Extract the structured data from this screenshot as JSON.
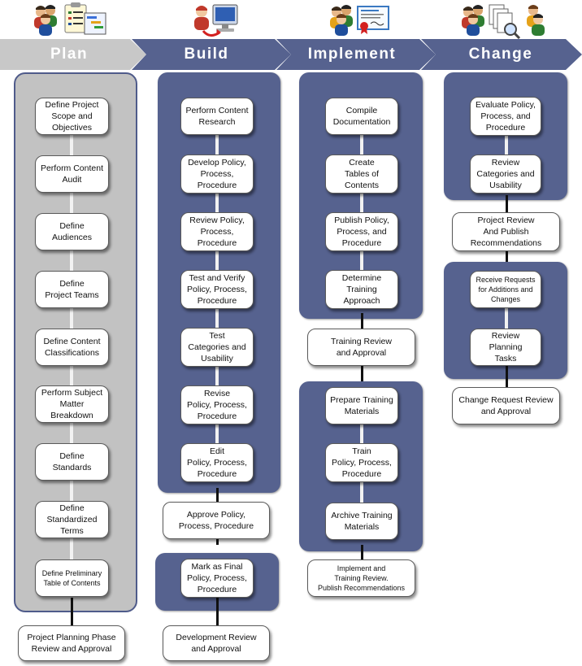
{
  "phases": [
    {
      "key": "plan",
      "label": "Plan",
      "icon": "people-checklist-icon"
    },
    {
      "key": "build",
      "label": "Build",
      "icon": "person-computer-icon"
    },
    {
      "key": "implement",
      "label": "Implement",
      "icon": "people-certificate-icon"
    },
    {
      "key": "change",
      "label": "Change",
      "icon": "people-documents-search-icon"
    }
  ],
  "plan": {
    "steps": [
      "Define Project\nScope and\nObjectives",
      "Perform Content\nAudit",
      "Define\nAudiences",
      "Define\nProject Teams",
      "Define Content\nClassifications",
      "Perform Subject\nMatter\nBreakdown",
      "Define\nStandards",
      "Define\nStandardized\nTerms",
      "Define Preliminary\nTable of Contents"
    ],
    "review": "Project Planning Phase\nReview and Approval"
  },
  "build": {
    "steps": [
      "Perform Content\nResearch",
      "Develop Policy,\nProcess,\nProcedure",
      "Review Policy,\nProcess,\nProcedure",
      "Test and Verify\nPolicy, Process,\nProcedure",
      "Test\nCategories and\nUsability",
      "Revise\nPolicy, Process,\nProcedure",
      "Edit\nPolicy, Process,\nProcedure"
    ],
    "approve": "Approve  Policy,\nProcess, Procedure",
    "final": "Mark as Final\nPolicy, Process,\nProcedure",
    "review": "Development Review\nand Approval"
  },
  "implement": {
    "steps_a": [
      "Compile\nDocumentation",
      "Create\nTables of\nContents",
      "Publish Policy,\nProcess, and\nProcedure",
      "Determine\nTraining\nApproach"
    ],
    "training_review": "Training Review\nand Approval",
    "steps_b": [
      "Prepare Training\nMaterials",
      "Train\nPolicy, Process,\nProcedure",
      "Archive Training\nMaterials"
    ],
    "final": "Implement and\nTraining Review.\nPublish Recommendations"
  },
  "change": {
    "steps_a": [
      "Evaluate Policy,\nProcess, and\nProcedure",
      "Review\nCategories and\nUsability"
    ],
    "project_review": "Project Review\nAnd Publish\nRecommendations",
    "steps_b": [
      "Receive Requests\nfor Additions and\nChanges",
      "Review Planning\nTasks"
    ],
    "final": "Change Request Review\nand Approval"
  },
  "colors": {
    "arrow_plan": "#c8c8c8",
    "arrow_blue": "#56628f",
    "panel_plan": "#c2c2c2",
    "panel_blue": "#56628f"
  }
}
